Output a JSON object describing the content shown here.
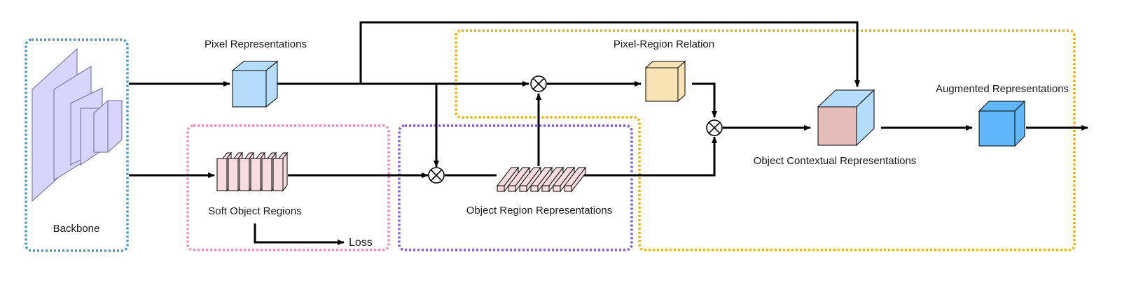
{
  "labels": {
    "backbone": "Backbone",
    "pixel_representations": "Pixel Representations",
    "soft_object_regions": "Soft Object Regions",
    "loss": "Loss",
    "object_region_representations": "Object Region Representations",
    "pixel_region_relation": "Pixel-Region Relation",
    "object_contextual_representations": "Object Contextual Representations",
    "augmented_representations": "Augmented Representations"
  },
  "colors": {
    "backbone_box": "#4a97c0",
    "soft_object_box": "#e58fb9",
    "object_region_box": "#7b5bd6",
    "relation_box": "#e6b400",
    "backbone_layers": "#d7d5fb",
    "pixel_cube": "#b4dcfb",
    "region_bars": "#f7dde1",
    "relation_cube": "#f7e3b3",
    "context_cube_front": "#e5bcb8",
    "context_cube_side": "#b4dcfb",
    "augmented_cube": "#5fb7f8"
  }
}
